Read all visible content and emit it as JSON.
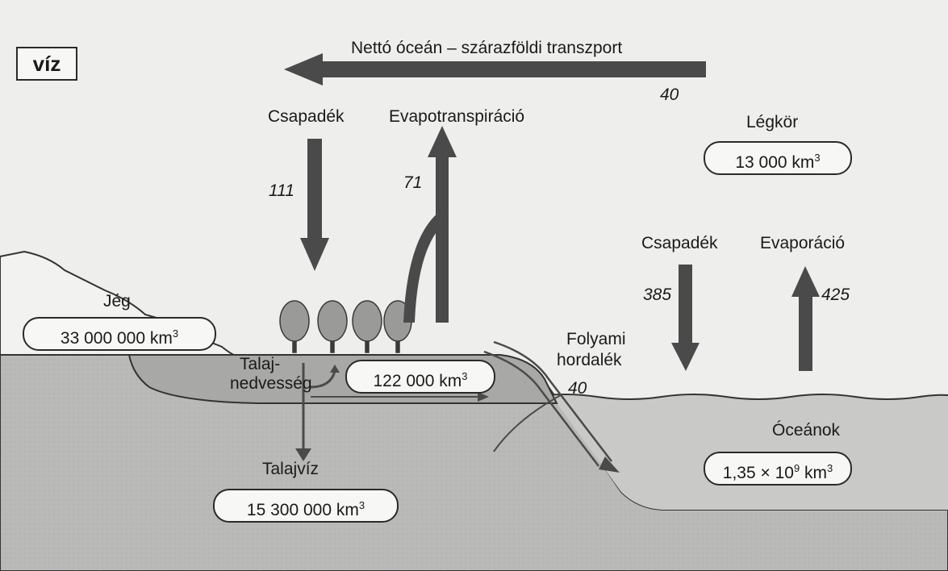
{
  "title": "víz",
  "net_transport": {
    "label": "Nettó óceán – szárazföldi transzport",
    "value": "40"
  },
  "land": {
    "precip_label": "Csapadék",
    "precip_value": "111",
    "evapotrans_label": "Evapotranspiráció",
    "evapotrans_value": "71"
  },
  "atmosphere": {
    "label": "Légkör",
    "volume": "13 000 km",
    "exp": "3"
  },
  "ocean_flux": {
    "precip_label": "Csapadék",
    "precip_value": "385",
    "evap_label": "Evaporáció",
    "evap_value": "425"
  },
  "ice": {
    "label": "Jég",
    "volume": "33 000 000 km",
    "exp": "3"
  },
  "soil_moisture": {
    "label_line1": "Talaj-",
    "label_line2": "nedvesség",
    "volume": "122 000 km",
    "exp": "3"
  },
  "river": {
    "label_line1": "Folyami",
    "label_line2": "hordalék",
    "value": "40"
  },
  "oceans": {
    "label": "Óceánok",
    "volume_prefix": "1,35 × 10",
    "volume_exp": "9",
    "volume_unit": " km",
    "unit_exp": "3"
  },
  "groundwater": {
    "label": "Talajvíz",
    "volume": "15 300 000 km",
    "exp": "3"
  },
  "colors": {
    "arrow": "#4a4a4a",
    "ground": "#b7b7b5",
    "ocean": "#c9c9c7",
    "background": "#eeeeec"
  }
}
